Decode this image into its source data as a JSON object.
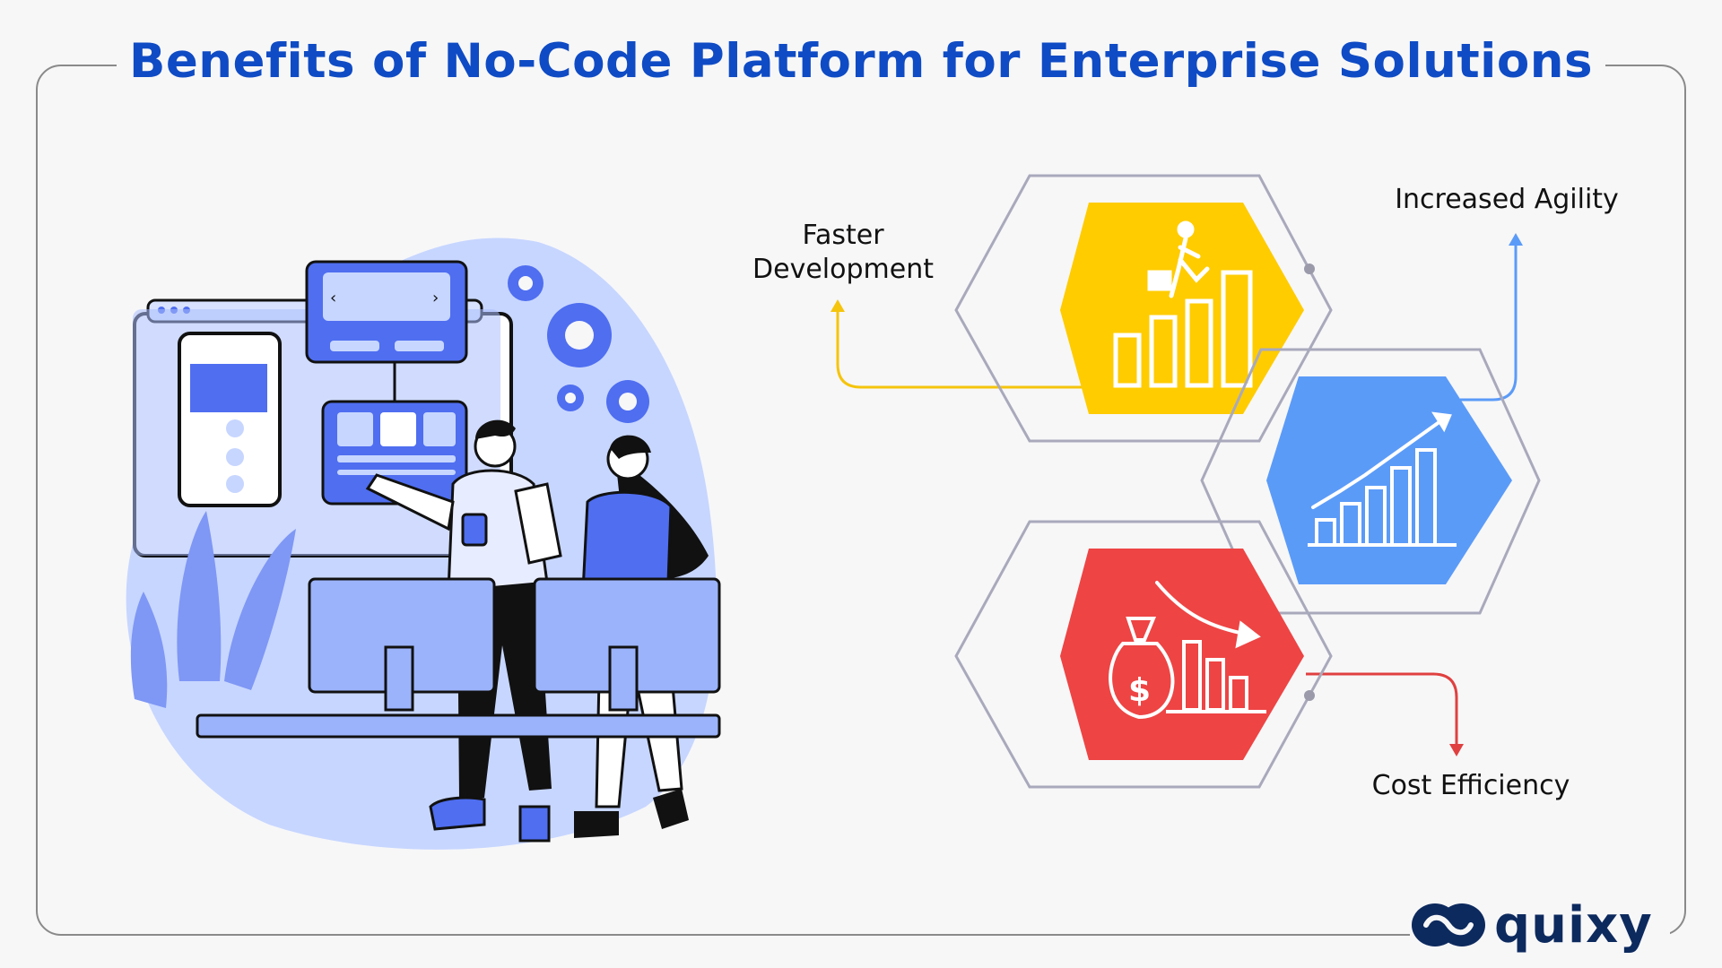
{
  "title": "Benefits of No-Code Platform for Enterprise Solutions",
  "benefits": [
    {
      "label": "Faster Development",
      "color": "#ffcc00",
      "icon": "climbing-bar-chart-icon"
    },
    {
      "label": "Increased Agility",
      "color": "#5b9bf8",
      "icon": "rising-bar-chart-icon"
    },
    {
      "label": "Cost Efficiency",
      "color": "#ee4444",
      "icon": "money-bag-declining-chart-icon"
    }
  ],
  "labels": {
    "faster_line1": "Faster",
    "faster_line2": "Development",
    "agility": "Increased Agility",
    "cost": "Cost Efficiency"
  },
  "brand": {
    "name": "quixy",
    "color": "#0d2a5e"
  },
  "colors": {
    "title": "#0f4bc4",
    "illustration": "#4f6ef0",
    "illustration_light": "#c7d6ff"
  }
}
